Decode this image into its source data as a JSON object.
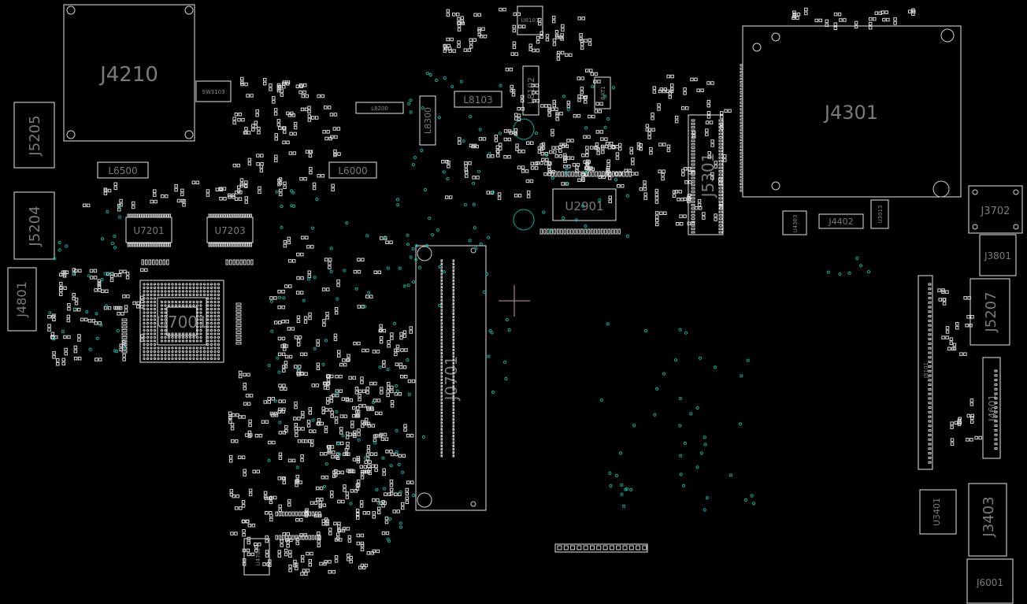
{
  "colors": {
    "background": "#000000",
    "silkscreen": "#e6e6e6",
    "label": "#7a7a7a",
    "via": "#1aa89a",
    "cursor": "#c79aa6"
  },
  "components": [
    {
      "ref": "J4210"
    },
    {
      "ref": "J4301"
    },
    {
      "ref": "J5205"
    },
    {
      "ref": "J5204"
    },
    {
      "ref": "J4801"
    },
    {
      "ref": "U7001"
    },
    {
      "ref": "U7201"
    },
    {
      "ref": "U7203"
    },
    {
      "ref": "L6500"
    },
    {
      "ref": "L6000"
    },
    {
      "ref": "U2901"
    },
    {
      "ref": "J5301"
    },
    {
      "ref": "J0701"
    },
    {
      "ref": "L8103"
    },
    {
      "ref": "L8102"
    },
    {
      "ref": "L8300"
    },
    {
      "ref": "J3702"
    },
    {
      "ref": "J3801"
    },
    {
      "ref": "J5207"
    },
    {
      "ref": "J4601"
    },
    {
      "ref": "J3403"
    },
    {
      "ref": "U3401"
    },
    {
      "ref": "J6001"
    },
    {
      "ref": "J5101"
    },
    {
      "ref": "J4402"
    },
    {
      "ref": "U4702"
    },
    {
      "ref": "SW3103"
    },
    {
      "ref": "L8200"
    },
    {
      "ref": "BAT1"
    },
    {
      "ref": "U8101"
    },
    {
      "ref": "U3013"
    },
    {
      "ref": "U4303"
    }
  ]
}
